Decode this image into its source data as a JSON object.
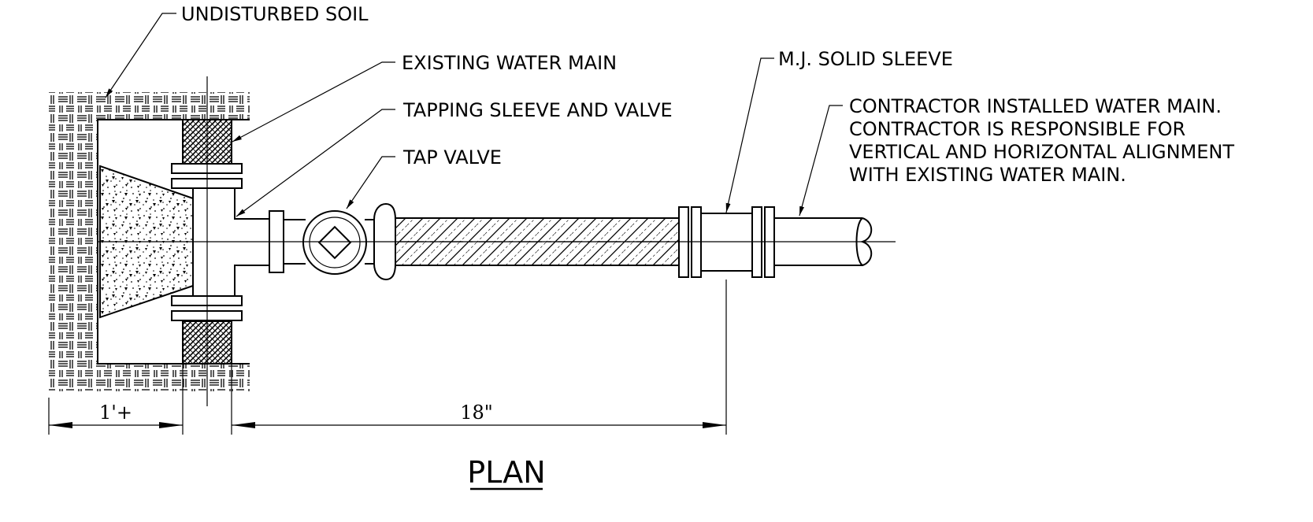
{
  "labels": {
    "undisturbed_soil": "UNDISTURBED SOIL",
    "existing_water_main": "EXISTING WATER MAIN",
    "tapping_sleeve": "TAPPING SLEEVE AND VALVE",
    "tap_valve": "TAP VALVE",
    "mj_sleeve": "M.J. SOLID SLEEVE",
    "contractor_note": [
      "CONTRACTOR INSTALLED WATER MAIN.",
      "CONTRACTOR IS RESPONSIBLE FOR",
      "VERTICAL AND HORIZONTAL ALIGNMENT",
      "WITH EXISTING WATER MAIN."
    ]
  },
  "dimensions": {
    "left": "1'+",
    "right": "18\""
  },
  "title": "PLAN"
}
